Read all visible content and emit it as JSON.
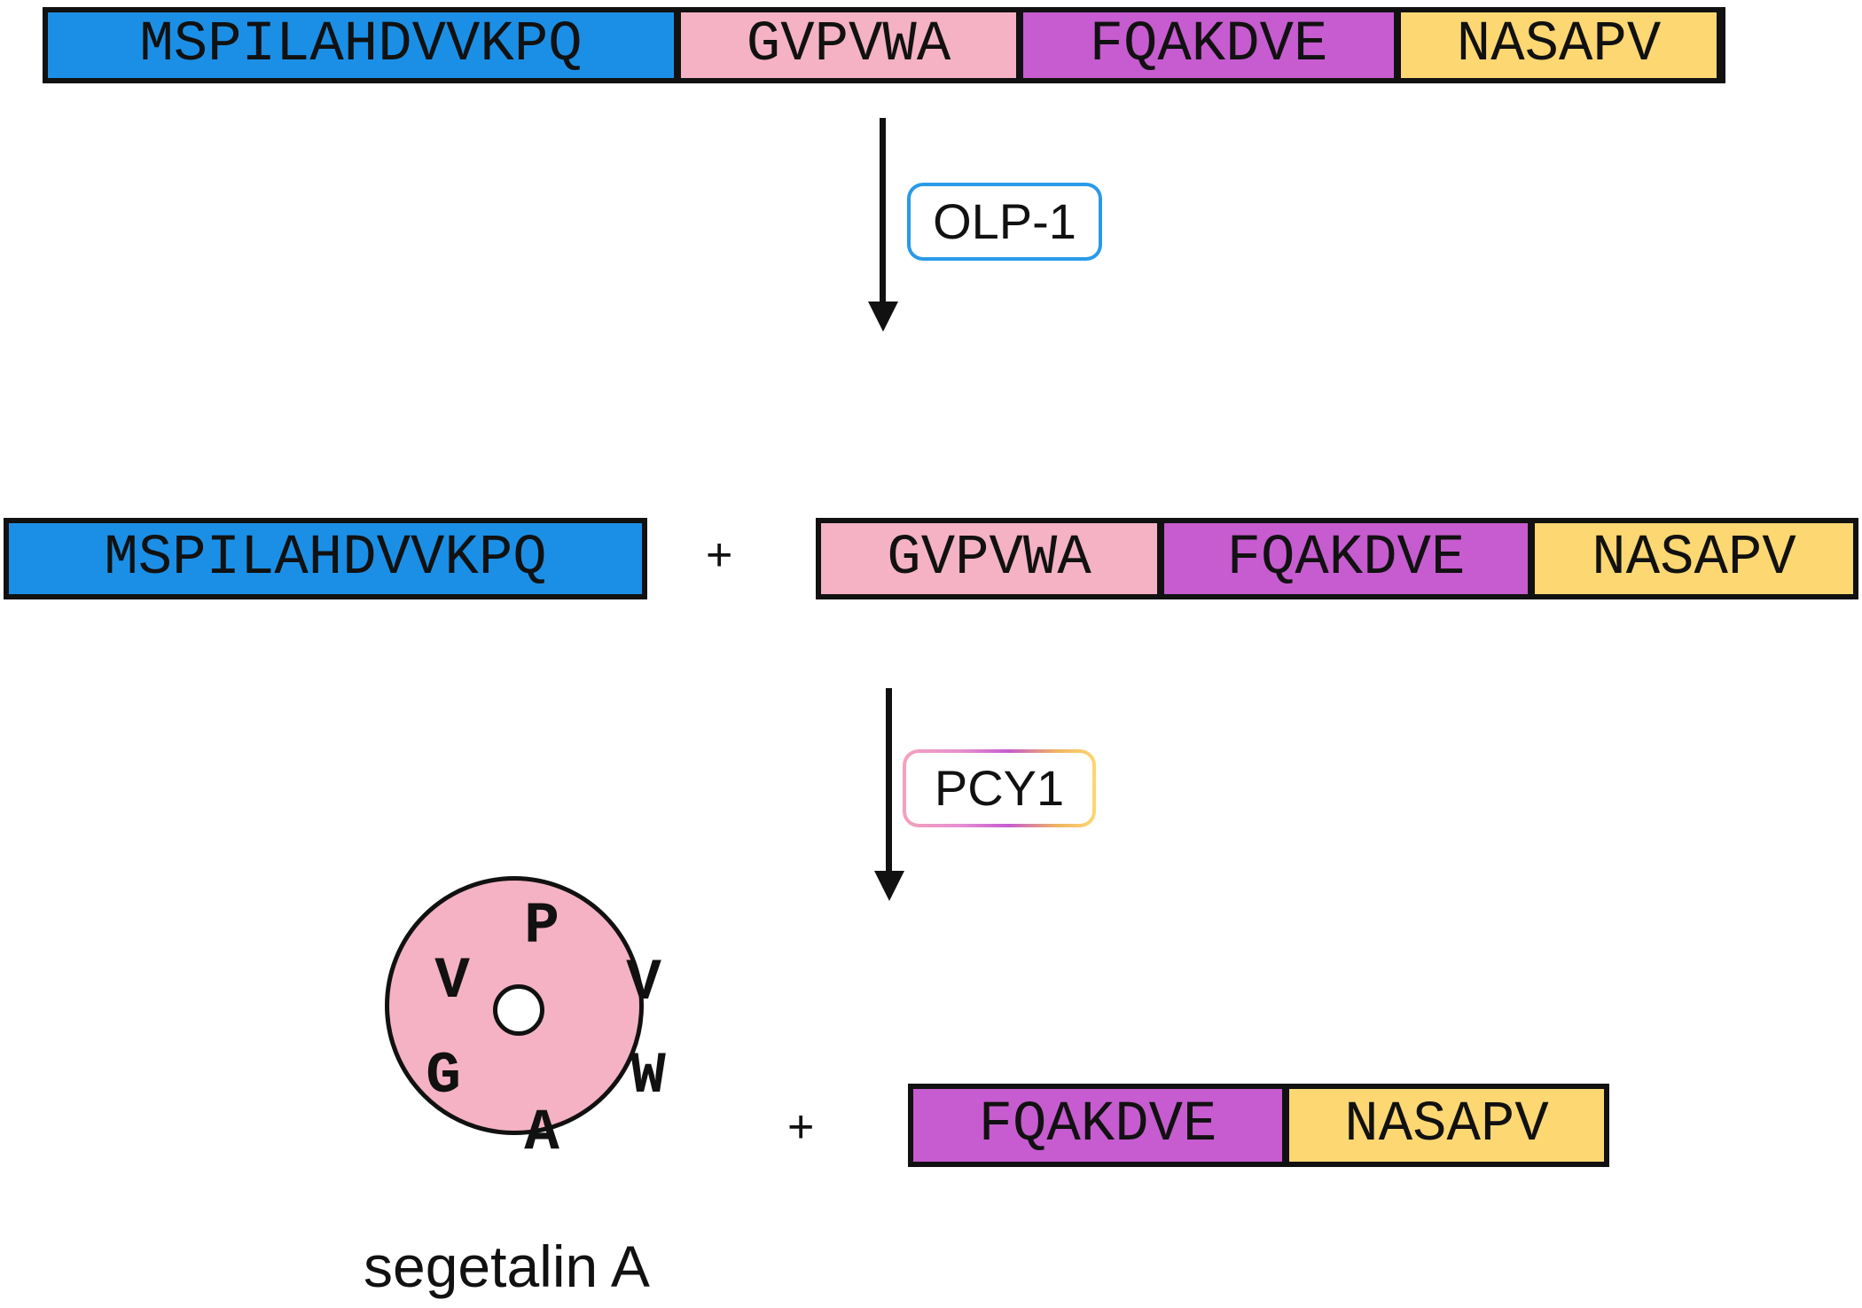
{
  "colors": {
    "leader": "#1b8fe6",
    "core": "#f4b2c4",
    "middle": "#c65ccf",
    "tail": "#fdd772",
    "outline": "#111111"
  },
  "precursor": {
    "leader": "MSPILAHDVVKPQ",
    "core": "GVPVWA",
    "middle": "FQAKDVE",
    "tail": "NASAPV"
  },
  "step1": {
    "enzyme": "OLP-1",
    "plus": "+",
    "leader": "MSPILAHDVVKPQ",
    "core": "GVPVWA",
    "middle": "FQAKDVE",
    "tail": "NASAPV"
  },
  "step2": {
    "enzyme": "PCY1",
    "plus": "+",
    "cyclic_residues": [
      "P",
      "V",
      "W",
      "A",
      "G",
      "V"
    ],
    "product_name": "segetalin A",
    "middle": "FQAKDVE",
    "tail": "NASAPV"
  }
}
